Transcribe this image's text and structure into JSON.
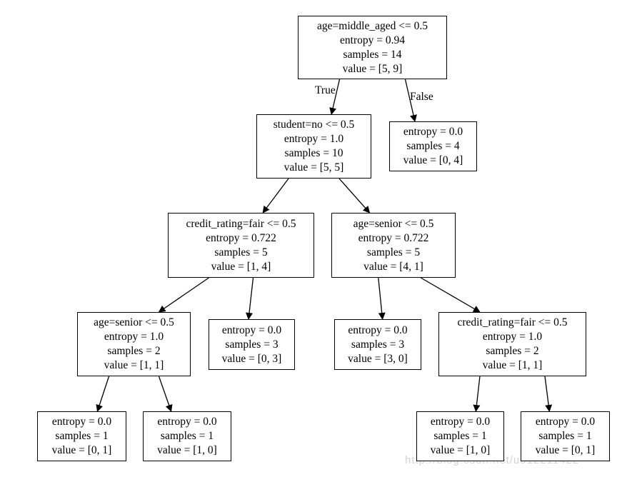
{
  "tree": {
    "nodes": [
      {
        "id": "n0",
        "lines": [
          "age=middle_aged <= 0.5",
          "entropy = 0.94",
          "samples = 14",
          "value = [5, 9]"
        ]
      },
      {
        "id": "n1",
        "lines": [
          "student=no <= 0.5",
          "entropy = 1.0",
          "samples = 10",
          "value = [5, 5]"
        ]
      },
      {
        "id": "n2",
        "lines": [
          "entropy = 0.0",
          "samples = 4",
          "value = [0, 4]"
        ]
      },
      {
        "id": "n3",
        "lines": [
          "credit_rating=fair <= 0.5",
          "entropy = 0.722",
          "samples = 5",
          "value = [1, 4]"
        ]
      },
      {
        "id": "n4",
        "lines": [
          "age=senior <= 0.5",
          "entropy = 0.722",
          "samples = 5",
          "value = [4, 1]"
        ]
      },
      {
        "id": "n5",
        "lines": [
          "age=senior <= 0.5",
          "entropy = 1.0",
          "samples = 2",
          "value = [1, 1]"
        ]
      },
      {
        "id": "n6",
        "lines": [
          "entropy = 0.0",
          "samples = 3",
          "value = [0, 3]"
        ]
      },
      {
        "id": "n7",
        "lines": [
          "entropy = 0.0",
          "samples = 3",
          "value = [3, 0]"
        ]
      },
      {
        "id": "n8",
        "lines": [
          "credit_rating=fair <= 0.5",
          "entropy = 1.0",
          "samples = 2",
          "value = [1, 1]"
        ]
      },
      {
        "id": "n9",
        "lines": [
          "entropy = 0.0",
          "samples = 1",
          "value = [0, 1]"
        ]
      },
      {
        "id": "n10",
        "lines": [
          "entropy = 0.0",
          "samples = 1",
          "value = [1, 0]"
        ]
      },
      {
        "id": "n11",
        "lines": [
          "entropy = 0.0",
          "samples = 1",
          "value = [1, 0]"
        ]
      },
      {
        "id": "n12",
        "lines": [
          "entropy = 0.0",
          "samples = 1",
          "value = [0, 1]"
        ]
      }
    ],
    "edges": [
      {
        "from": "n0",
        "to": "n1",
        "label": "True"
      },
      {
        "from": "n0",
        "to": "n2",
        "label": "False"
      },
      {
        "from": "n1",
        "to": "n3"
      },
      {
        "from": "n1",
        "to": "n4"
      },
      {
        "from": "n3",
        "to": "n5"
      },
      {
        "from": "n3",
        "to": "n6"
      },
      {
        "from": "n4",
        "to": "n7"
      },
      {
        "from": "n4",
        "to": "n8"
      },
      {
        "from": "n5",
        "to": "n9"
      },
      {
        "from": "n5",
        "to": "n10"
      },
      {
        "from": "n8",
        "to": "n11"
      },
      {
        "from": "n8",
        "to": "n12"
      }
    ]
  },
  "watermark": "http://blog.csdn.net/u012211422",
  "colors": {
    "stroke": "#000000",
    "background": "#ffffff",
    "watermark": "#d4d4d4"
  }
}
